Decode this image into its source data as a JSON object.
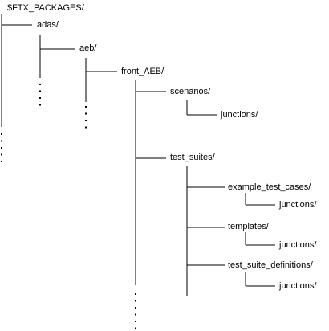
{
  "tree": {
    "line_color": "#000000",
    "text_color": "#000000",
    "nodes": [
      {
        "id": "root",
        "label": "$FTX_PACKAGES/"
      },
      {
        "id": "adas",
        "label": "adas/"
      },
      {
        "id": "aeb",
        "label": "aeb/"
      },
      {
        "id": "front",
        "label": "front_AEB/"
      },
      {
        "id": "scen",
        "label": "scenarios/"
      },
      {
        "id": "scenj",
        "label": "junctions/"
      },
      {
        "id": "suites",
        "label": "test_suites/"
      },
      {
        "id": "ex",
        "label": "example_test_cases/"
      },
      {
        "id": "exj",
        "label": "junctions/"
      },
      {
        "id": "tmpl",
        "label": "templates/"
      },
      {
        "id": "tmplj",
        "label": "junctions/"
      },
      {
        "id": "defs",
        "label": "test_suite_definitions/"
      },
      {
        "id": "defsj",
        "label": "junctions/"
      }
    ]
  }
}
